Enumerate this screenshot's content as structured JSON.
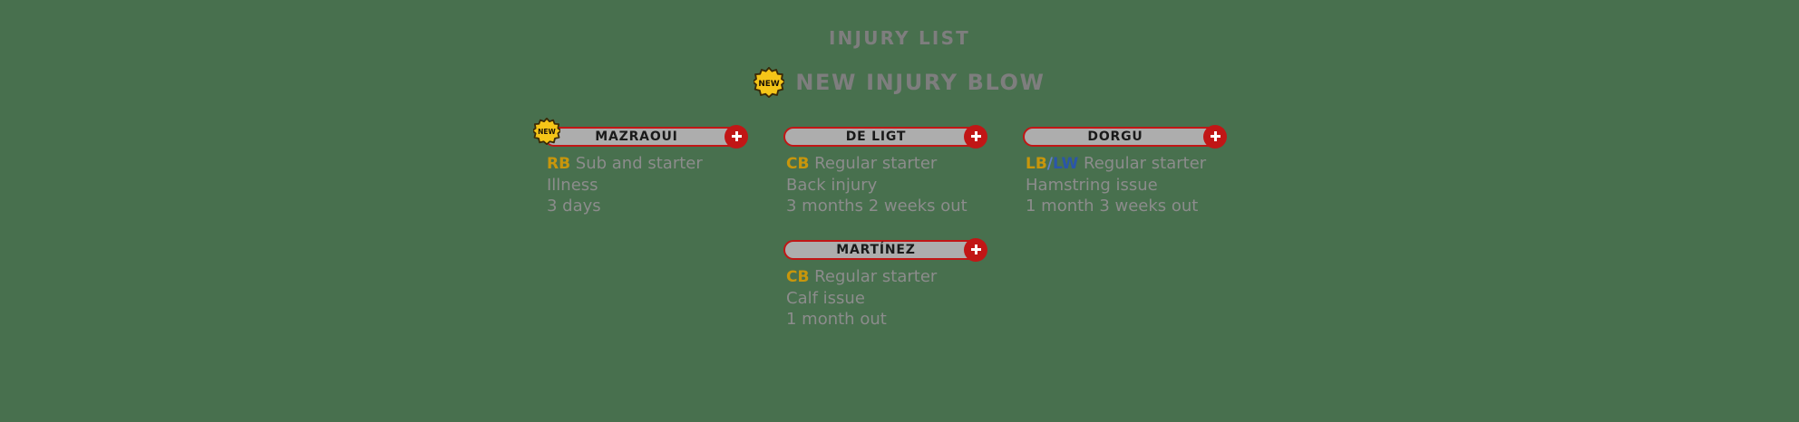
{
  "header": {
    "panel_title": "INJURY LIST",
    "blow_title": "NEW INJURY BLOW",
    "new_badge_label": "NEW"
  },
  "icons": {
    "new_badge": "new-starburst-icon",
    "injury_cross": "medical-cross-icon"
  },
  "colors": {
    "background": "#48704E",
    "plate_border": "#C11616",
    "plate_fill": "#ADADAD",
    "cross_badge": "#C11616",
    "text_grey": "#8C8C8C",
    "title_grey": "#7E7E7E",
    "position_gold": "#C8960C",
    "position_blue": "#2B56A8",
    "new_badge_yellow": "#F5C518"
  },
  "players": [
    {
      "name": "MAZRAOUI",
      "is_new": true,
      "positions": [
        {
          "label": "RB",
          "color": "gold"
        }
      ],
      "role": "Sub and starter",
      "injury": "Illness",
      "duration": "3 days",
      "column": 1,
      "row": 1
    },
    {
      "name": "DE LIGT",
      "is_new": false,
      "positions": [
        {
          "label": "CB",
          "color": "gold"
        }
      ],
      "role": "Regular starter",
      "injury": "Back injury",
      "duration": "3 months 2 weeks out",
      "column": 2,
      "row": 1
    },
    {
      "name": "DORGU",
      "is_new": false,
      "positions": [
        {
          "label": "LB",
          "color": "gold"
        },
        {
          "label": "LW",
          "color": "blue"
        }
      ],
      "position_separator": "/",
      "role": "Regular starter",
      "injury": "Hamstring issue",
      "duration": "1 month 3 weeks out",
      "column": 3,
      "row": 1
    },
    {
      "name": "MARTÍNEZ",
      "is_new": false,
      "positions": [
        {
          "label": "CB",
          "color": "gold"
        }
      ],
      "role": "Regular starter",
      "injury": "Calf issue",
      "duration": "1 month out",
      "column": 2,
      "row": 2
    }
  ]
}
